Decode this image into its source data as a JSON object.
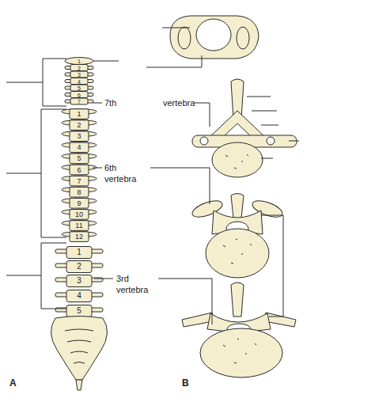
{
  "diagram": {
    "labels": [
      "1",
      "2",
      "3",
      "4",
      "5",
      "6",
      "7",
      "7th",
      "vertebra",
      "1",
      "2",
      "3",
      "4",
      "5",
      "6",
      "7",
      "8",
      "9",
      "10",
      "11",
      "12",
      "6th",
      "vertebra",
      "1",
      "2",
      "3",
      "4",
      "5",
      "3rd",
      "vertebra",
      "A",
      "B"
    ]
  }
}
